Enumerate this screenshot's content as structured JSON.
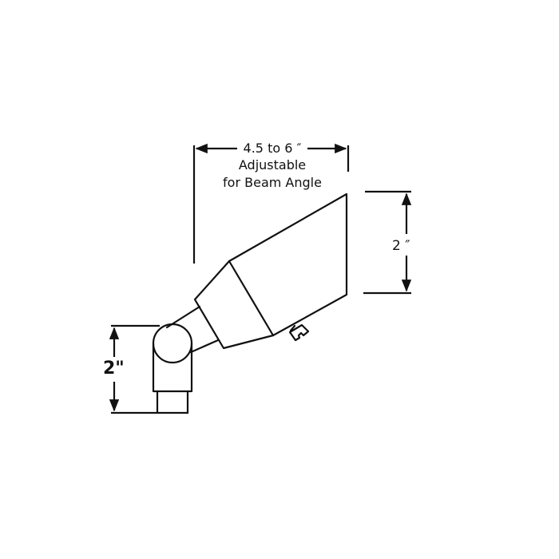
{
  "diagram": {
    "subject": "adjustable landscape spotlight with knuckle mount",
    "line_color": "#111111",
    "background": "#ffffff",
    "dimensions": {
      "length": {
        "value": "4.5 to 6 ″",
        "line1": "Adjustable",
        "line2": "for Beam Angle"
      },
      "shroud_height": {
        "value": "2 ″"
      },
      "mount_height": {
        "value": "2\""
      }
    },
    "parts": [
      {
        "name": "shroud"
      },
      {
        "name": "collar"
      },
      {
        "name": "neck"
      },
      {
        "name": "locking-screw"
      },
      {
        "name": "knuckle"
      },
      {
        "name": "mount-body"
      },
      {
        "name": "threaded-stem"
      }
    ]
  }
}
